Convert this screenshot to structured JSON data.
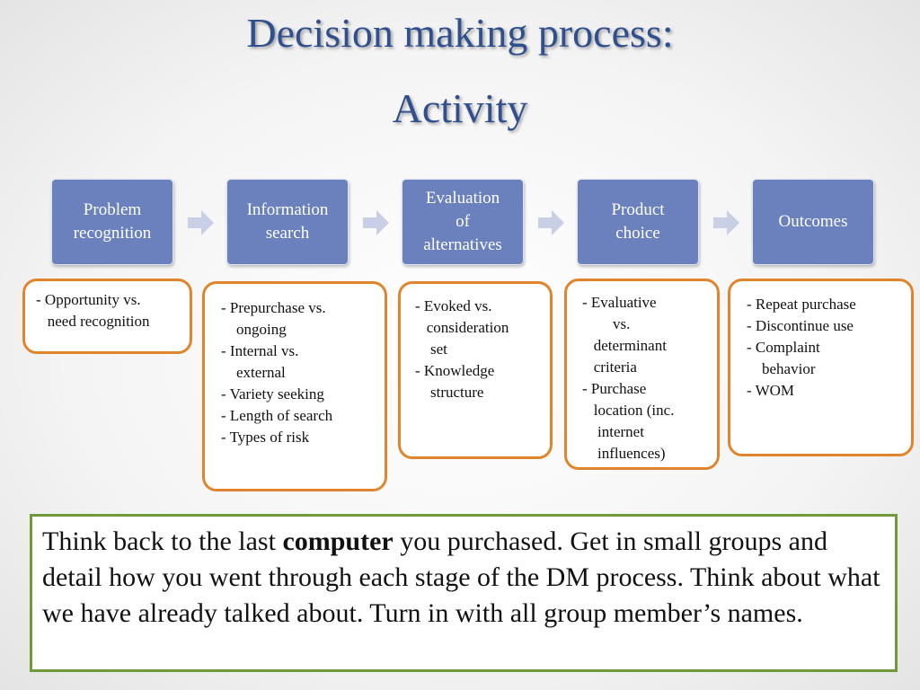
{
  "title": {
    "line1": "Decision making process:",
    "line2": "Activity"
  },
  "stages": [
    {
      "label": "Problem\nrecognition"
    },
    {
      "label": "Information\nsearch"
    },
    {
      "label": "Evaluation\nof\nalternatives"
    },
    {
      "label": "Product\nchoice"
    },
    {
      "label": "Outcomes"
    }
  ],
  "details": [
    {
      "text": "- Opportunity vs.\n   need recognition"
    },
    {
      "text": "- Prepurchase vs.\n    ongoing\n- Internal vs.\n    external\n- Variety seeking\n- Length of search\n- Types of risk"
    },
    {
      "text": "- Evoked vs.\n   consideration\n    set\n- Knowledge\n    structure"
    },
    {
      "text": "- Evaluative\n        vs.\n   determinant\n   criteria\n- Purchase\n   location (inc.\n    internet\n    influences)"
    },
    {
      "text": "- Repeat purchase\n- Discontinue use\n- Complaint\n    behavior\n- WOM"
    }
  ],
  "task": {
    "before": "Think back to the last ",
    "bold": "computer",
    "after": " you purchased. Get in small groups and detail how you went through each stage of the DM process. Think about what we have already talked about. Turn in with all group member’s names."
  },
  "colors": {
    "title": "#2f4f8f",
    "stage_fill": "#6a81be",
    "arrow": "#c9d0e6",
    "detail_border": "#e0852b",
    "task_border": "#6f9a3a"
  }
}
